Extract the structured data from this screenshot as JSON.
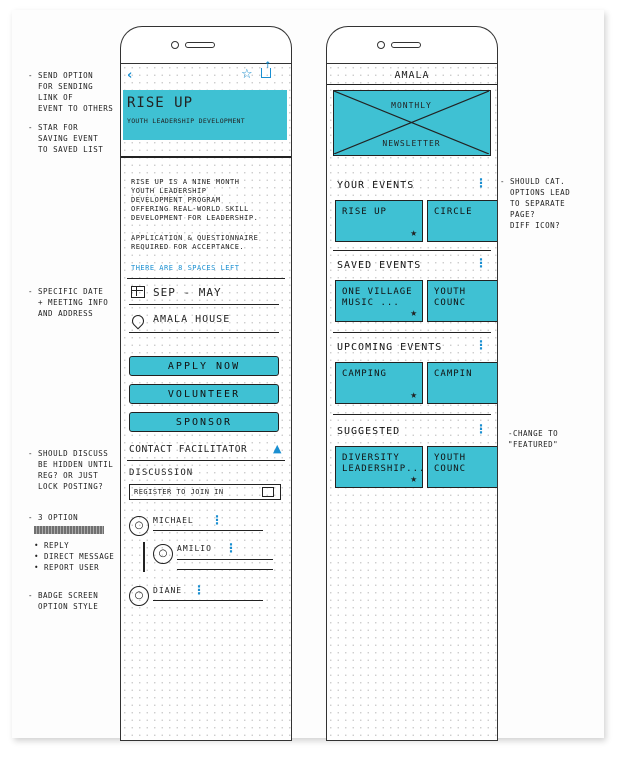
{
  "notes": {
    "share_note": "- SEND OPTION\n  FOR SENDING\n  LINK OF\n  EVENT TO OTHERS",
    "star_note": "- STAR FOR\n  SAVING EVENT\n  TO SAVED LIST",
    "date_note": "- SPECIFIC DATE\n  + MEETING INFO\n  AND ADDRESS",
    "discuss_note": "- SHOULD DISCUSS\n  BE HIDDEN UNTIL\n  REG? OR JUST\n  LOCK POSTING?",
    "option_note_title": "- 3 OPTION",
    "option_note_items": "• REPLY\n• DIRECT MESSAGE\n• REPORT USER",
    "badge_note": "- BADGE SCREEN\n  OPTION STYLE",
    "cat_note": "- SHOULD CAT.\n  OPTIONS LEAD\n  TO SEPARATE\n  PAGE?\n  DIFF ICON?",
    "featured_note": "-CHANGE TO\n\"FEATURED\""
  },
  "event_screen": {
    "title": "RISE UP",
    "subtitle": "YOUTH LEADERSHIP DEVELOPMENT",
    "description": "RISE UP IS A NINE MONTH YOUTH LEADERSHIP DEVELOPMENT PROGRAM OFFERING REAL-WORLD SKILL DEVELOPMENT FOR LEADERSHIP.",
    "requirement": "APPLICATION & QUESTIONNAIRE REQUIRED FOR ACCEPTANCE.",
    "spaces_left": "THERE ARE 8 SPACES LEFT",
    "date": "SEP - MAY",
    "location": "AMALA HOUSE",
    "apply_label": "APPLY NOW",
    "volunteer_label": "VOLUNTEER",
    "sponsor_label": "SPONSOR",
    "contact_label": "CONTACT FACILITATOR",
    "discussion_label": "DISCUSSION",
    "register_label": "REGISTER TO JOIN IN",
    "comments": [
      {
        "name": "MICHAEL"
      },
      {
        "name": "AMILIO"
      },
      {
        "name": "DIANE"
      }
    ]
  },
  "home_screen": {
    "title": "AMALA",
    "banner_top": "MONTHLY",
    "banner_bottom": "NEWSLETTER",
    "sections": [
      {
        "title": "YOUR EVENTS",
        "cards": [
          "RISE UP",
          "CIRCLE"
        ]
      },
      {
        "title": "SAVED EVENTS",
        "cards": [
          "ONE VILLAGE MUSIC ...",
          "YOUTH COUNC"
        ]
      },
      {
        "title": "UPCOMING EVENTS",
        "cards": [
          "CAMPING",
          "CAMPIN"
        ]
      },
      {
        "title": "SUGGESTED",
        "cards": [
          "DIVERSITY LEADERSHIP...",
          "YOUTH COUNC"
        ]
      }
    ]
  },
  "colors": {
    "accent": "#3fc1d3",
    "link": "#1a8fd1",
    "ink": "#222222"
  }
}
